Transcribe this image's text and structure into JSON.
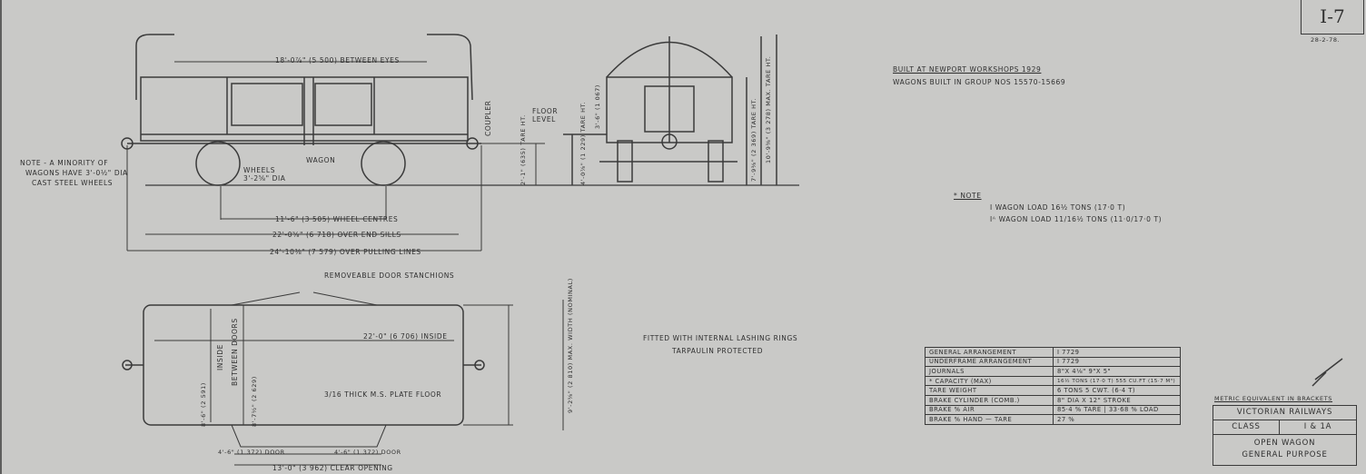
{
  "drawing_number": "I-7",
  "date": "28-2-78.",
  "built": {
    "line1": "Built at Newport Workshops 1929",
    "line2": "Wagons built in group Nos 15570-15669"
  },
  "load_note": {
    "label": "* Note",
    "line1": "I wagon load 16½ tons (17·0 t)",
    "line2": "Iᴬ wagon load 11/16½ tons (11·0/17·0 t)"
  },
  "side_view": {
    "between_eyes": "18'-0⅞\" (5 500) Between eyes",
    "wheel_centres": "11'-6\" (3 505) Wheel centres",
    "over_end_sills": "22'-0⅝\" (6 718) Over end sills",
    "over_pulling_lines": "24'-10⅜\" (7 579) Over pulling lines",
    "coupler": "Coupler",
    "wheels": "Wheels 3'-2⅝\" Dia",
    "wagon": "Wagon",
    "note_left": [
      "Note - A minority of",
      "wagons have 3'-0½\" Dia",
      "cast steel wheels"
    ],
    "floor_level": "Floor level",
    "floor_height": "2'-1\" (635) Tare ht.",
    "floor_dim": "3'-6\" (1 067)"
  },
  "end_view": {
    "tare_ht_1": "4'-0⅞\" (1 229) Tare ht.",
    "tare_ht_2": "7'-9⅜\" (2 369) Tare ht.",
    "max_tare_ht": "10'-9⅜\" (3 278) Max. tare ht."
  },
  "plan_view": {
    "stanchions": "Removeable door stanchions",
    "inside_length": "22'-0\" (6 706) Inside",
    "floor": "3/16 thick M.S. plate floor",
    "inside": "Inside",
    "between_doors": "Between doors",
    "width_inside": "8'-6\" (2 591)",
    "width_doors": "8'-7½\" (2 629)",
    "max_width": "9'-2⅝\" (2 810) Max. width (nominal)",
    "door_1": "4'-6\" (1 372) Door",
    "door_2": "4'-6\" (1 372) Door",
    "clear_opening": "13'-0\" (3 962) Clear opening"
  },
  "notes_center": {
    "line1": "Fitted with internal lashing rings",
    "line2": "Tarpaulin protected"
  },
  "spec_table": [
    [
      "General arrangement",
      "I 7729"
    ],
    [
      "Underframe arrangement",
      "I 7729"
    ],
    [
      "Journals",
      "8\"x 4⅛\"     9\"x 5\""
    ],
    [
      "* Capacity (max)",
      "16½ tons (17·0 t) 555 cu.ft (15·7 m³)"
    ],
    [
      "Tare weight",
      "6 tons 5 cwt. (6·4 t)"
    ],
    [
      "Brake cylinder (comb.)",
      "8\" Dia x 12\" stroke"
    ],
    [
      "Brake % air",
      "85·4 % tare | 33·68 % load"
    ],
    [
      "Brake % hand — tare",
      "27 %"
    ]
  ],
  "title_block": {
    "metric_note": "Metric equivalent in brackets",
    "railway": "Victorian Railways",
    "class_label": "Class",
    "class_value": "I & 1A",
    "desc1": "Open wagon",
    "desc2": "General purpose"
  }
}
